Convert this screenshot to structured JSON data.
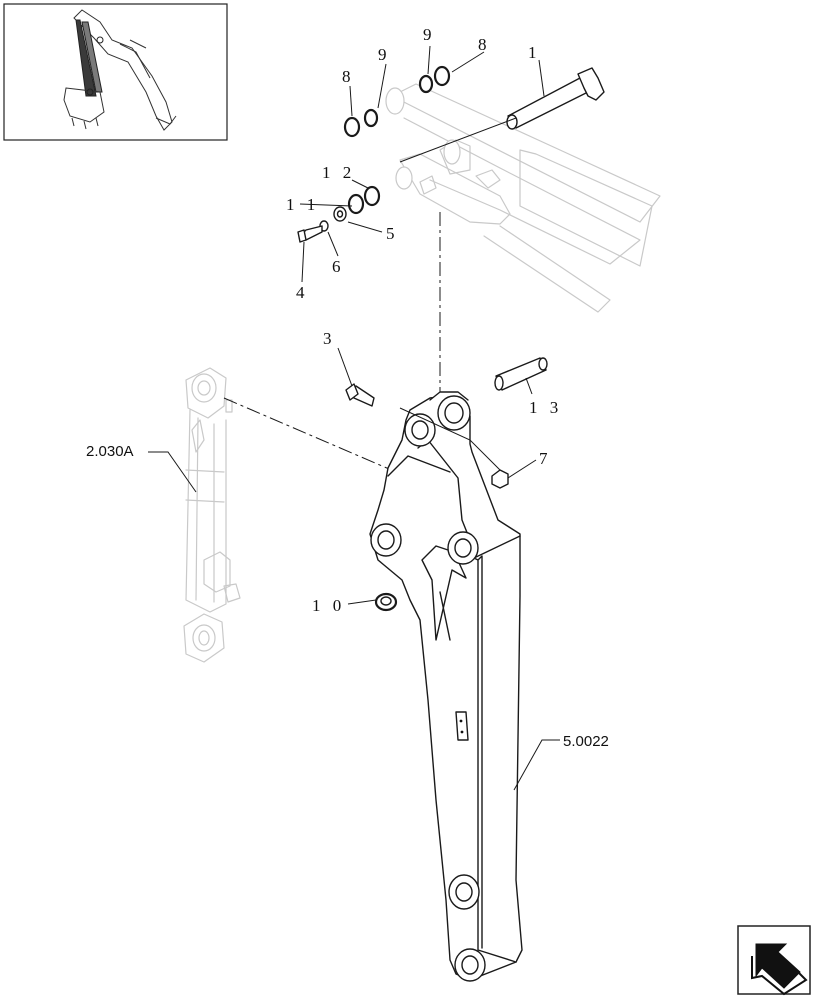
{
  "callouts": {
    "c1": "1",
    "c2": "1 2",
    "c3": "3",
    "c4": "4",
    "c5": "5",
    "c6": "6",
    "c7": "7",
    "c8a": "8",
    "c8b": "8",
    "c9a": "9",
    "c9b": "9",
    "c10": "1 0",
    "c11": "1 1",
    "c13": "1 3"
  },
  "references": {
    "cylinder": "2.030A",
    "arm": "5.0022"
  },
  "icons": {
    "overview": "machine-overview-thumbnail",
    "navigation": "page-arrow-icon"
  }
}
